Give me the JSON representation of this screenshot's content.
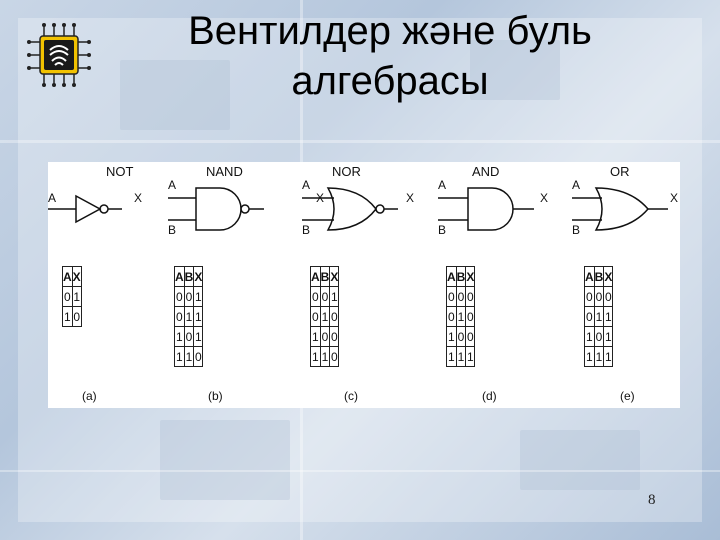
{
  "slide": {
    "title_line1": "Вентилдер жəне буль",
    "title_line2": "алгебрасы",
    "page_number": "8"
  },
  "gates": [
    {
      "name": "NOT",
      "caption": "(a)",
      "inputs": [
        "A"
      ],
      "output": "X",
      "headers": [
        "A",
        "X"
      ],
      "rows": [
        [
          "0",
          "1"
        ],
        [
          "1",
          "0"
        ]
      ]
    },
    {
      "name": "NAND",
      "caption": "(b)",
      "inputs": [
        "A",
        "B"
      ],
      "output": "X",
      "headers": [
        "A",
        "B",
        "X"
      ],
      "rows": [
        [
          "0",
          "0",
          "1"
        ],
        [
          "0",
          "1",
          "1"
        ],
        [
          "1",
          "0",
          "1"
        ],
        [
          "1",
          "1",
          "0"
        ]
      ]
    },
    {
      "name": "NOR",
      "caption": "(c)",
      "inputs": [
        "A",
        "B"
      ],
      "output": "X",
      "headers": [
        "A",
        "B",
        "X"
      ],
      "rows": [
        [
          "0",
          "0",
          "1"
        ],
        [
          "0",
          "1",
          "0"
        ],
        [
          "1",
          "0",
          "0"
        ],
        [
          "1",
          "1",
          "0"
        ]
      ]
    },
    {
      "name": "AND",
      "caption": "(d)",
      "inputs": [
        "A",
        "B"
      ],
      "output": "X",
      "headers": [
        "A",
        "B",
        "X"
      ],
      "rows": [
        [
          "0",
          "0",
          "0"
        ],
        [
          "0",
          "1",
          "0"
        ],
        [
          "1",
          "0",
          "0"
        ],
        [
          "1",
          "1",
          "1"
        ]
      ]
    },
    {
      "name": "OR",
      "caption": "(e)",
      "inputs": [
        "A",
        "B"
      ],
      "output": "X",
      "headers": [
        "A",
        "B",
        "X"
      ],
      "rows": [
        [
          "0",
          "0",
          "0"
        ],
        [
          "0",
          "1",
          "1"
        ],
        [
          "1",
          "0",
          "1"
        ],
        [
          "1",
          "1",
          "1"
        ]
      ]
    }
  ]
}
